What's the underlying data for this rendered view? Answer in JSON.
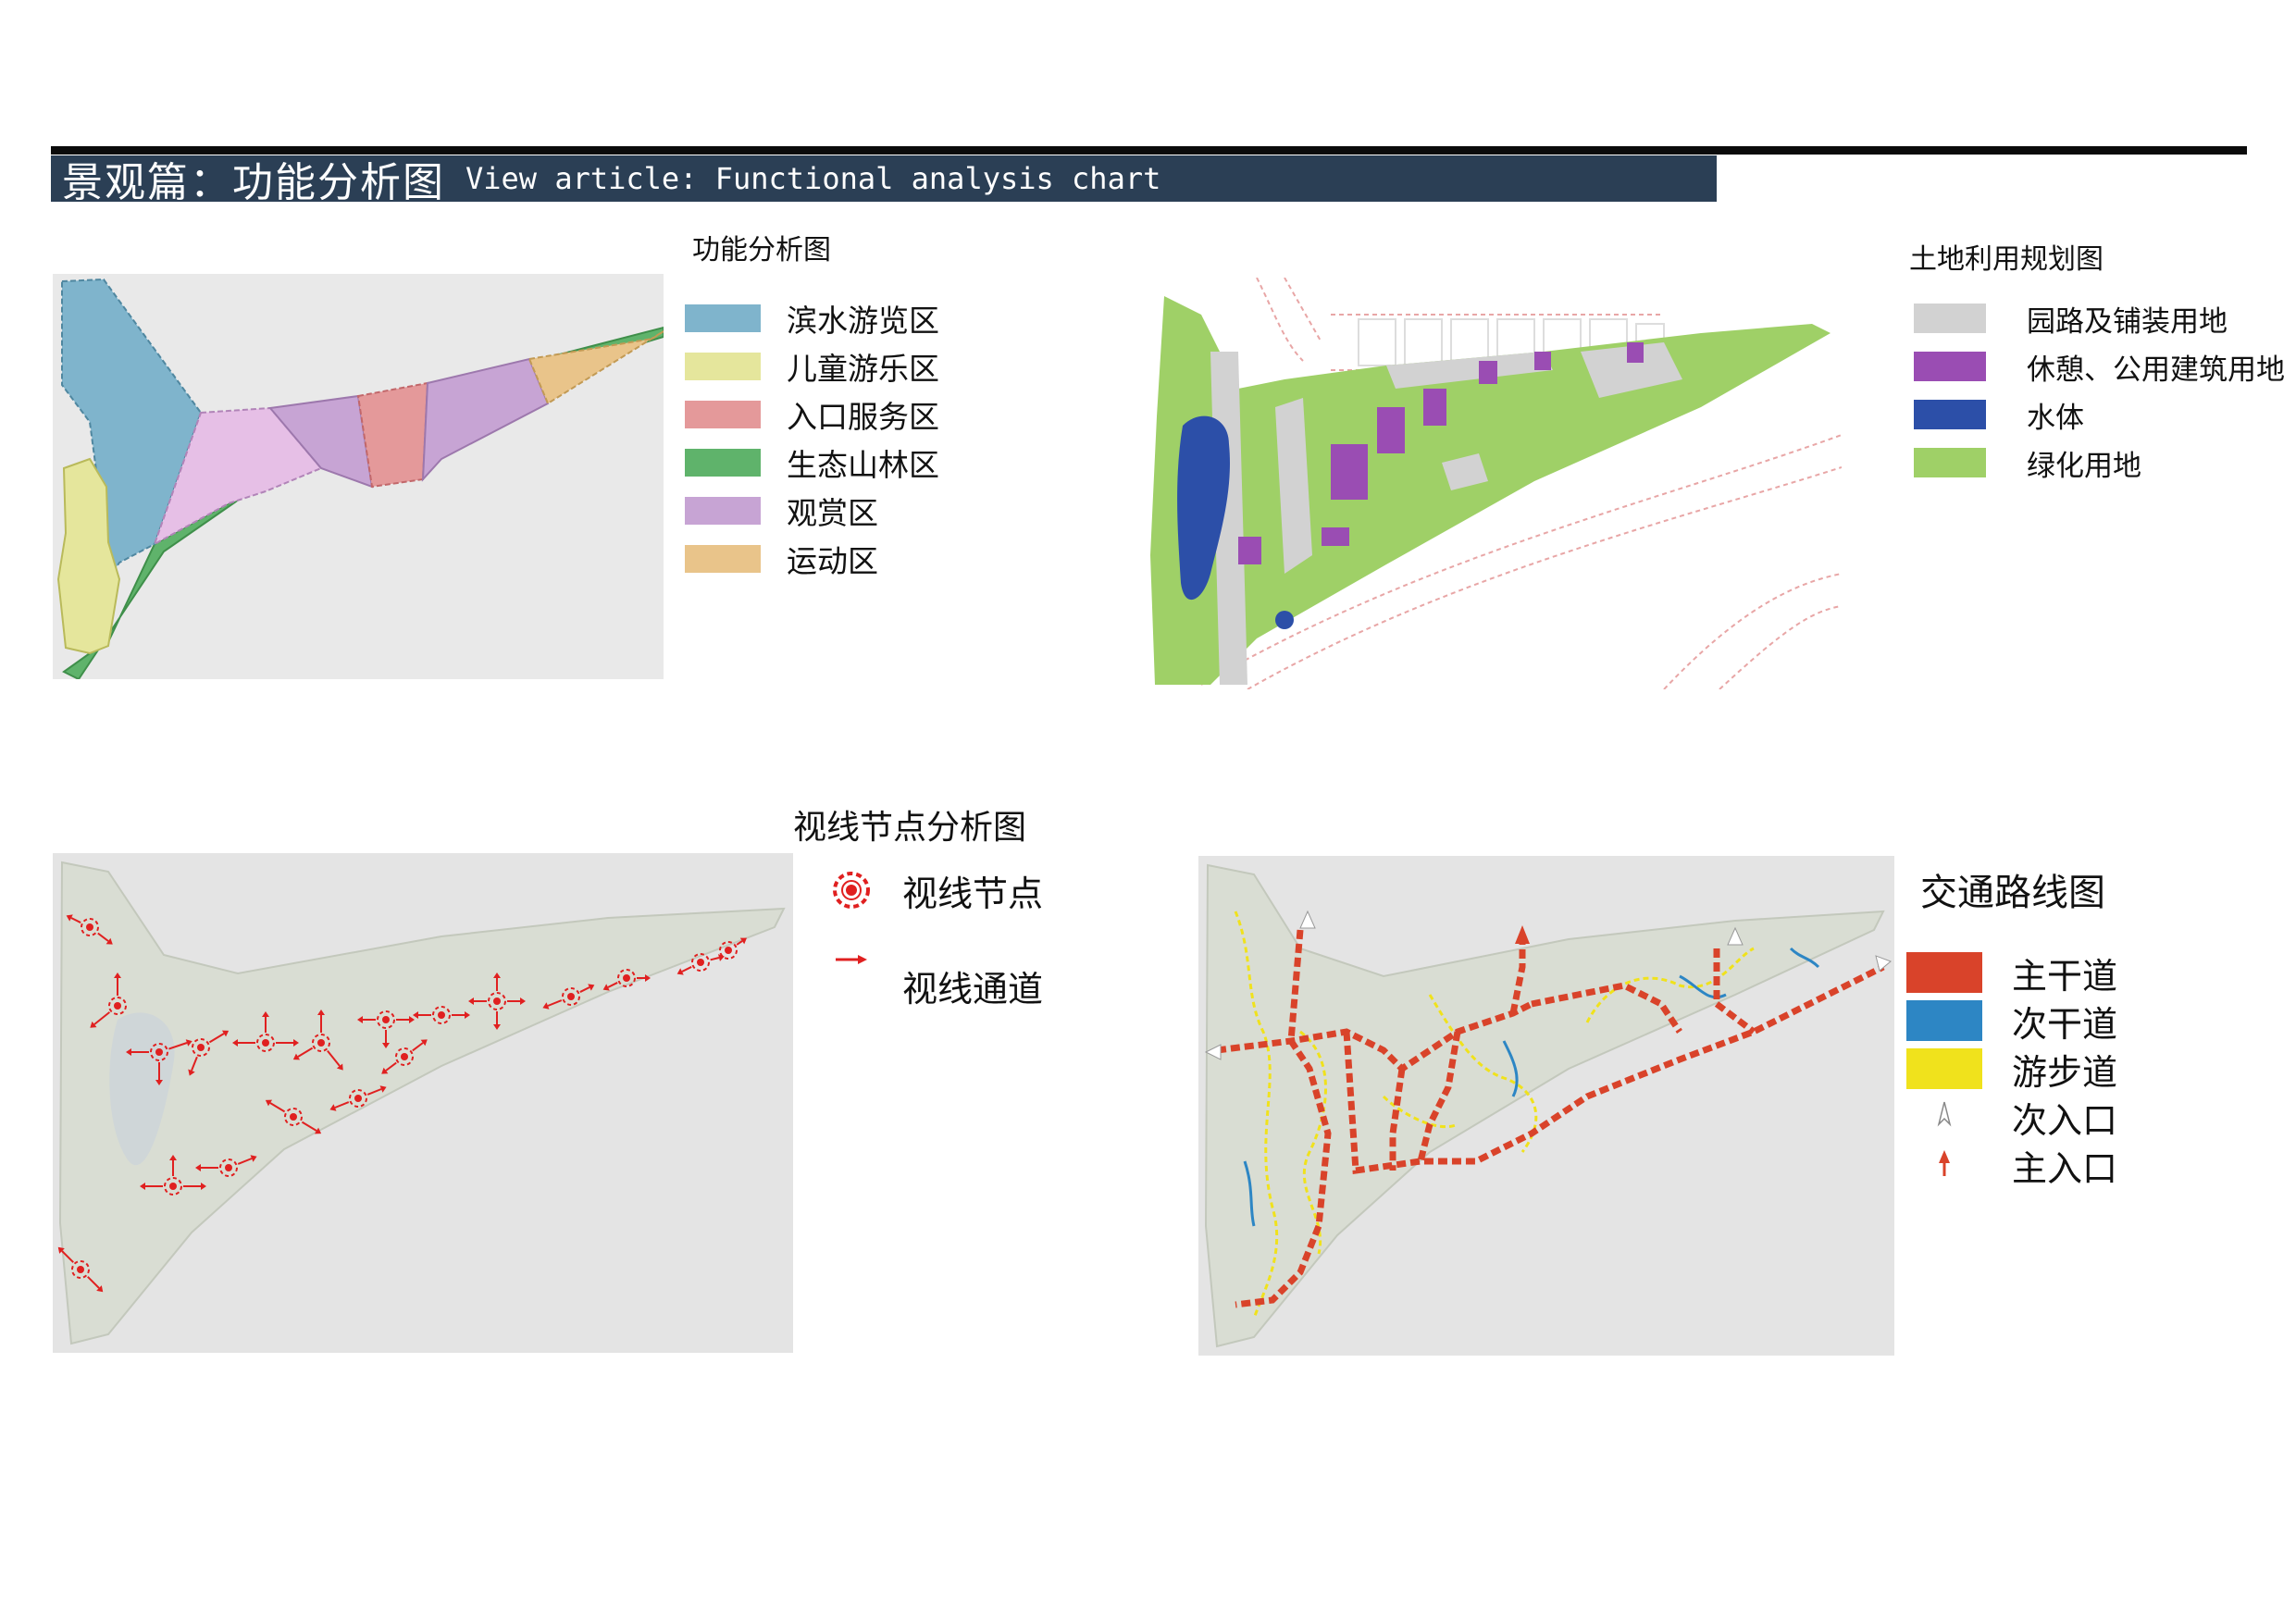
{
  "header": {
    "title_cn": "景观篇：功能分析图",
    "title_en": "View article: Functional analysis chart"
  },
  "functional_analysis": {
    "title": "功能分析图",
    "legend": [
      {
        "label": "滨水游览区",
        "color": "#7fb4cc"
      },
      {
        "label": "儿童游乐区",
        "color": "#e5e69c"
      },
      {
        "label": "入口服务区",
        "color": "#e4999a"
      },
      {
        "label": "生态山林区",
        "color": "#5fb36b"
      },
      {
        "label": "观赏区",
        "color": "#c7a4d4"
      },
      {
        "label": "运动区",
        "color": "#e9c48a"
      }
    ]
  },
  "land_use": {
    "title": "土地利用规划图",
    "legend": [
      {
        "label": "园路及铺装用地",
        "color": "#d2d2d2"
      },
      {
        "label": "休憩、公用建筑用地",
        "color": "#9a4db3"
      },
      {
        "label": "水体",
        "color": "#2c4fa8"
      },
      {
        "label": "绿化用地",
        "color": "#9fd067"
      }
    ]
  },
  "sightline_analysis": {
    "title": "视线节点分析图",
    "legend": [
      {
        "label": "视线节点",
        "icon": "sight-node-icon",
        "color": "#e02020"
      },
      {
        "label": "视线通道",
        "icon": "sight-channel-arrow-icon",
        "color": "#e02020"
      }
    ]
  },
  "traffic_route": {
    "title": "交通路线图",
    "legend": [
      {
        "label": "主干道",
        "color": "#d9432a"
      },
      {
        "label": "次干道",
        "color": "#2d86c4"
      },
      {
        "label": "游步道",
        "color": "#f0e21c"
      },
      {
        "label": "次入口",
        "icon": "secondary-entrance-icon"
      },
      {
        "label": "主入口",
        "icon": "main-entrance-icon",
        "color": "#d9432a"
      }
    ]
  }
}
